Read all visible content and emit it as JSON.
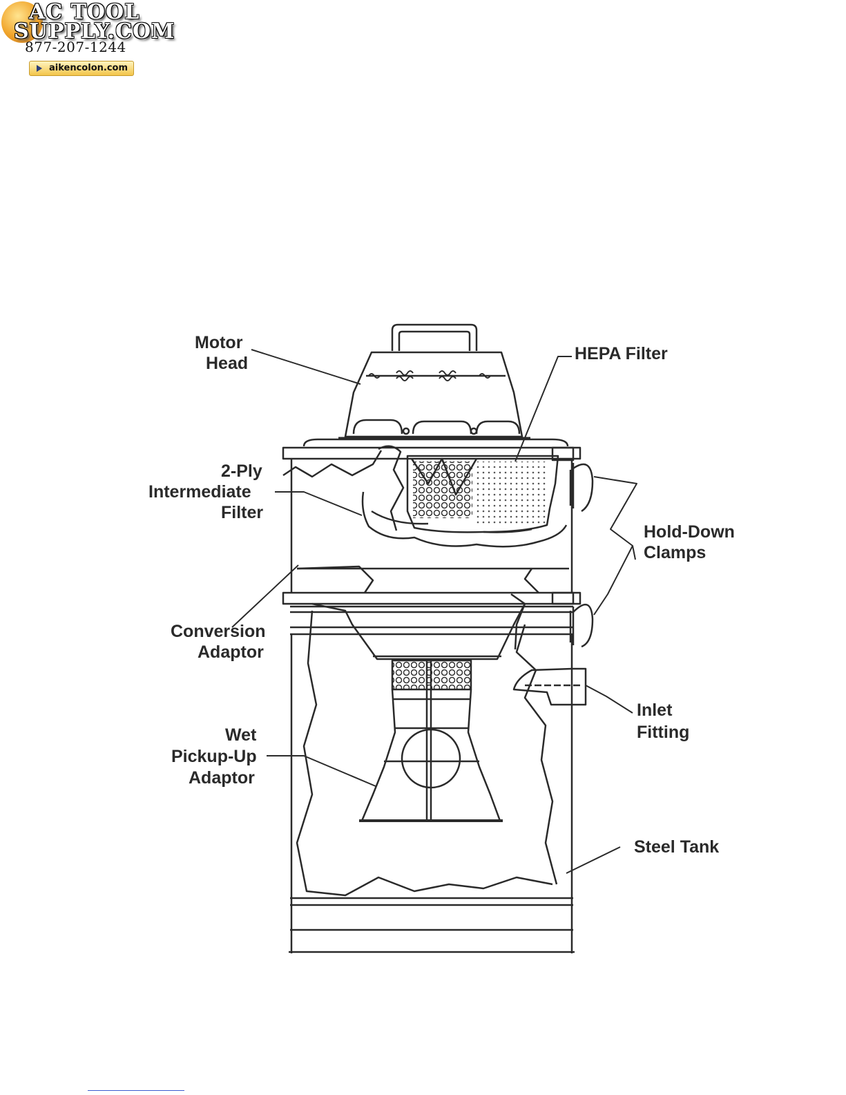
{
  "logo": {
    "line1": "AC TOOL",
    "line2": "SUPPLY.COM",
    "phone": "877-207-1244",
    "url": "aikencolon.com"
  },
  "labels": {
    "motor_head": [
      "Motor",
      "Head"
    ],
    "hepa_filter": [
      "HEPA Filter"
    ],
    "intermediate_filter": [
      "2-Ply",
      "Intermediate",
      "Filter"
    ],
    "hold_down_clamps": [
      "Hold-Down",
      "Clamps"
    ],
    "conversion_adaptor": [
      "Conversion",
      "Adaptor"
    ],
    "inlet_fitting": [
      "Inlet",
      "Fitting"
    ],
    "wet_pickup_adaptor": [
      "Wet",
      "Pickup-Up",
      "Adaptor"
    ],
    "steel_tank": [
      "Steel Tank"
    ]
  },
  "colors": {
    "line": "#2a2a2a",
    "logo_gold": "#f0a020"
  }
}
